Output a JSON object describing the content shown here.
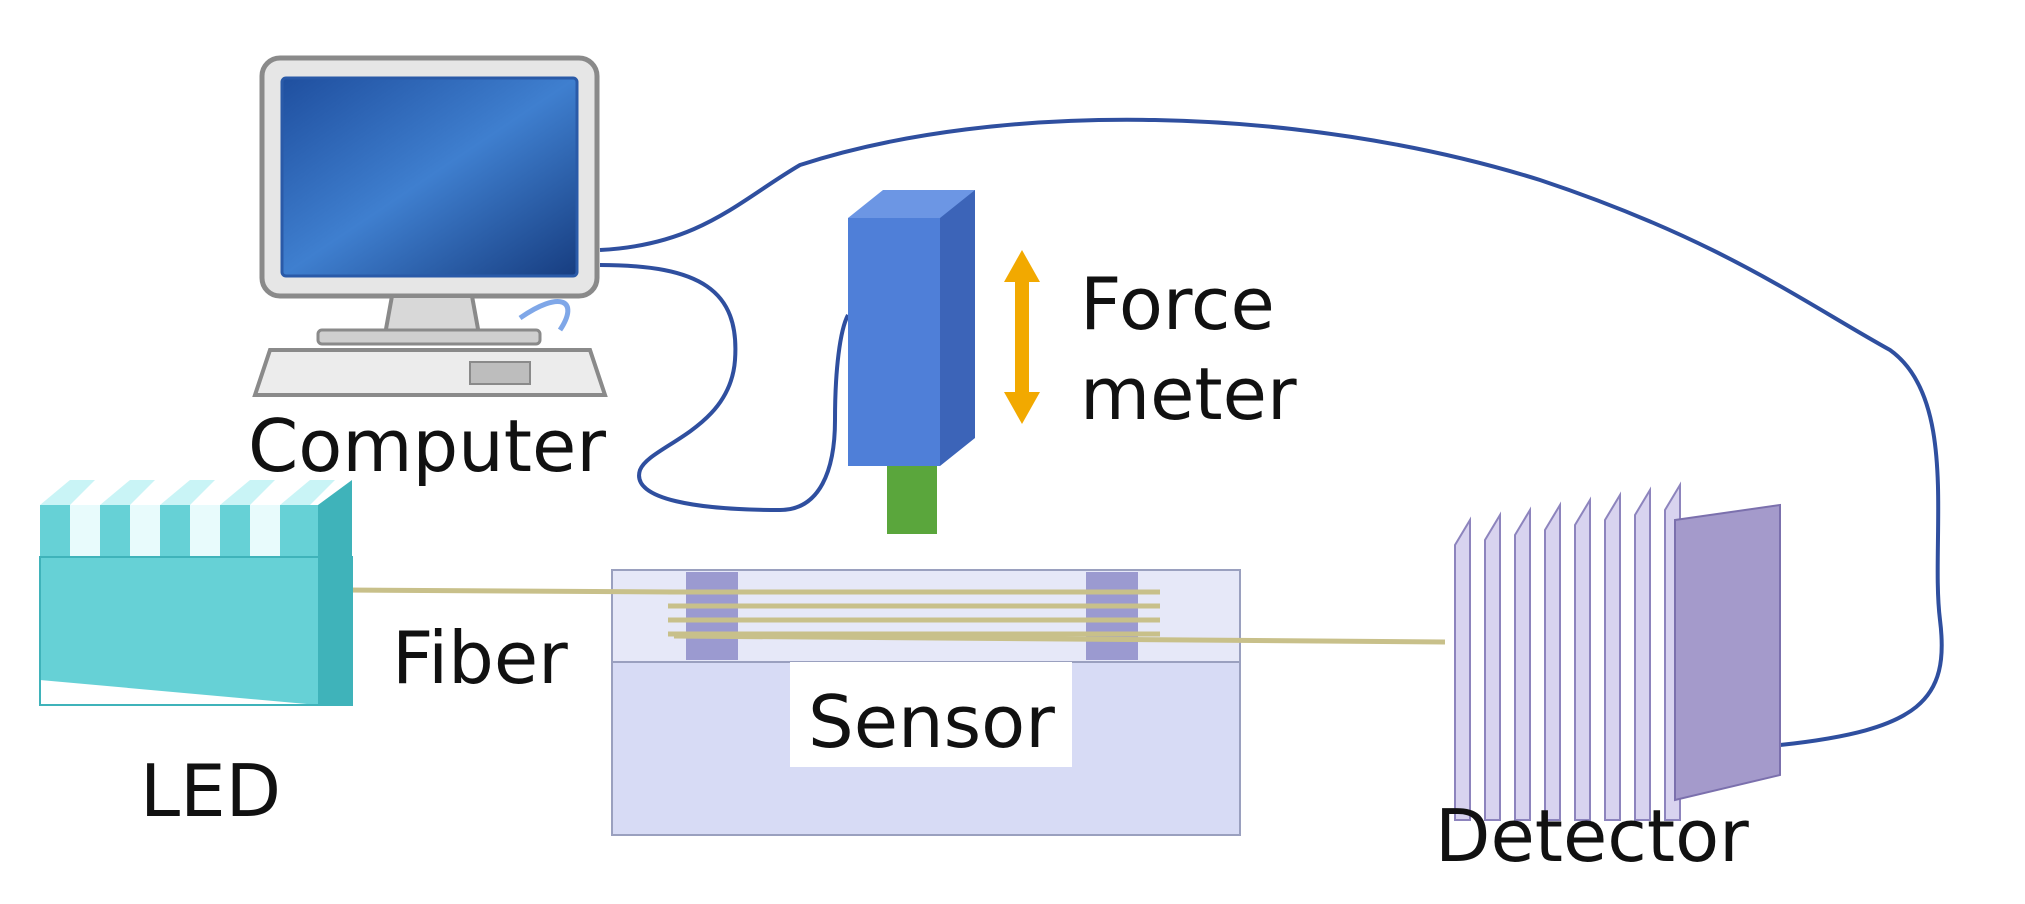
{
  "labels": {
    "computer": "Computer",
    "force_meter_line1": "Force",
    "force_meter_line2": "meter",
    "fiber": "Fiber",
    "sensor": "Sensor",
    "led": "LED",
    "detector": "Detector"
  },
  "colors": {
    "cable": "#2f4f9f",
    "fiber": "#c8c08a",
    "force_meter": "#4f7fd8",
    "probe": "#5aa63c",
    "arrow": "#f2a900",
    "led": "#66d1d6",
    "sensor_block": "#d7dbf5",
    "detector": "#a49acb"
  },
  "icons": {
    "computer": "desktop-computer-icon",
    "force_meter": "force-meter-icon",
    "led": "led-source-icon",
    "detector": "detector-icon",
    "arrow": "double-arrow-icon"
  }
}
